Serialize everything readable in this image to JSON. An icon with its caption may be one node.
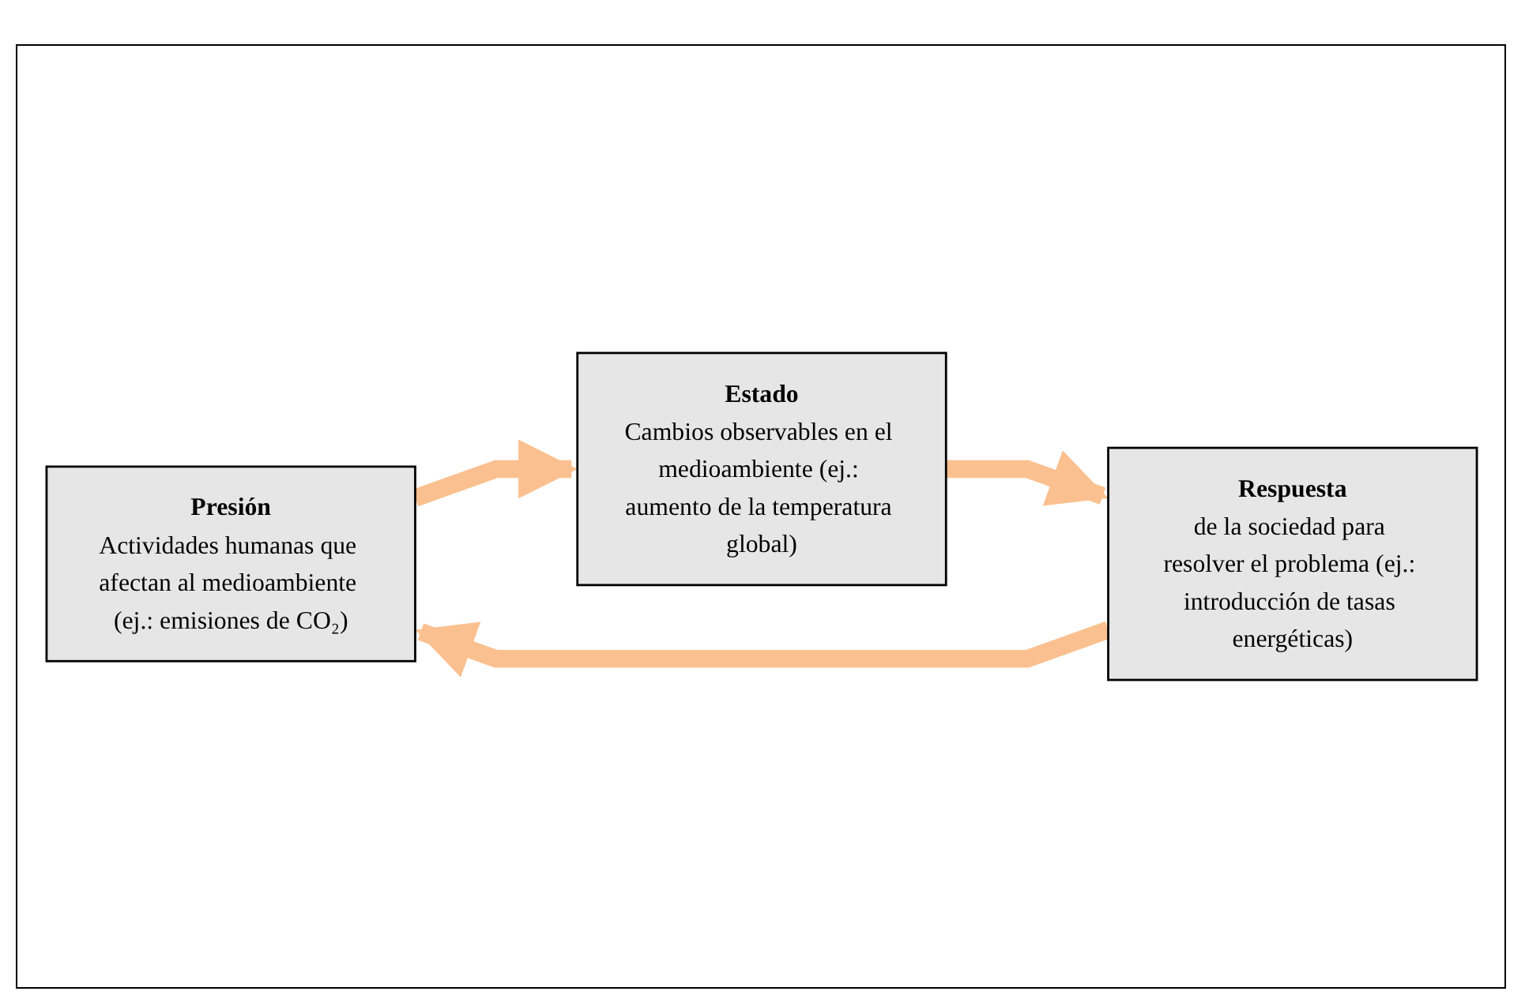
{
  "diagram": {
    "nodes": [
      {
        "text": [
          "Presión",
          "Actividades humanas que afectan al medioambiente (ej.: emisiones de CO₂)"
        ]
      },
      {
        "text": [
          "Estado",
          "Cambios observables en el medioambiente (ej.: aumento de la temperatura global)"
        ]
      },
      {
        "text": [
          "Respuesta",
          "de la sociedad para resolver el problema (ej.: introducción de tasas energéticas)"
        ]
      }
    ],
    "edges": [
      {
        "from": 0,
        "to": 1,
        "arrow": "to",
        "color": "#fbc08f"
      },
      {
        "from": 1,
        "to": 2,
        "arrow": "to",
        "color": "#fbc08f"
      },
      {
        "from": 2,
        "to": 0,
        "arrow": "to",
        "color": "#fbc08f"
      }
    ]
  }
}
